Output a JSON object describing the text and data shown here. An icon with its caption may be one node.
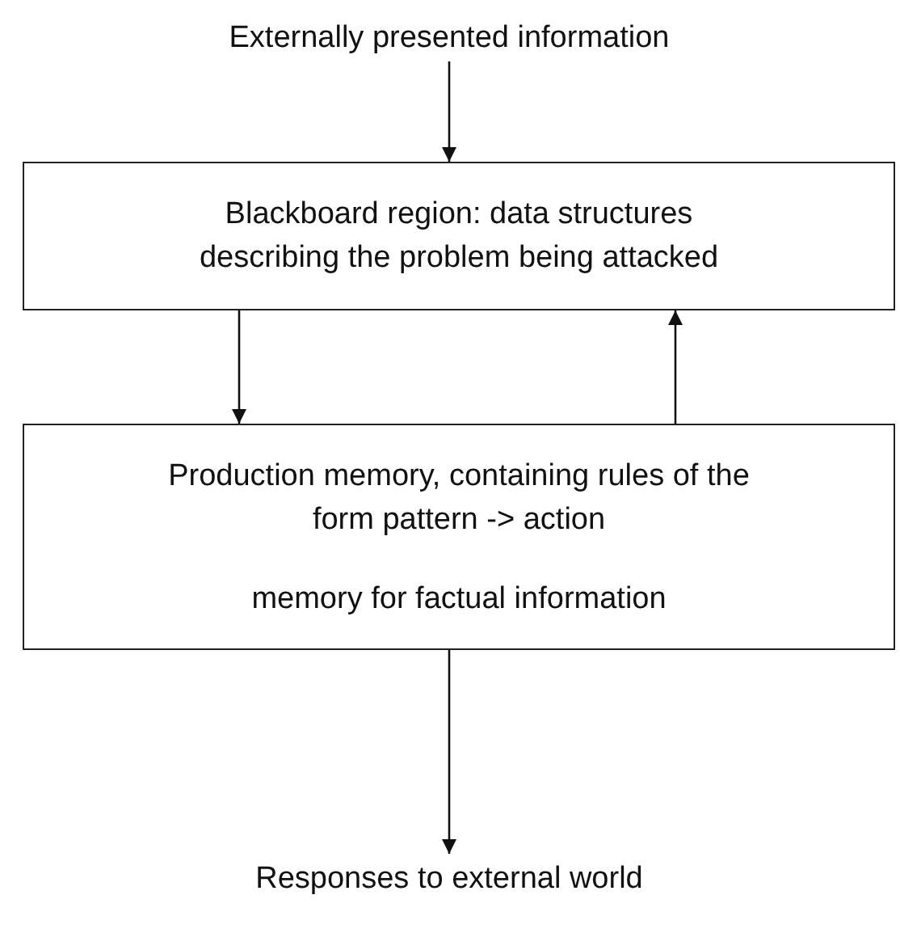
{
  "diagram": {
    "nodes": [
      {
        "text": [
          "Externally presented information"
        ]
      },
      {
        "text": [
          "Blackboard region: data structures describing the problem being attacked"
        ]
      },
      {
        "text": [
          "Production memory, containing rules of the form pattern -> action",
          "memory for factual information"
        ]
      },
      {
        "text": [
          "Responses to external world"
        ]
      }
    ],
    "edges": [
      {
        "from": 0,
        "to": 1,
        "arrow": "to"
      },
      {
        "from": 1,
        "to": 2,
        "arrow": "to"
      },
      {
        "from": 2,
        "to": 1,
        "arrow": "to"
      },
      {
        "from": 2,
        "to": 3,
        "arrow": "to"
      }
    ]
  }
}
